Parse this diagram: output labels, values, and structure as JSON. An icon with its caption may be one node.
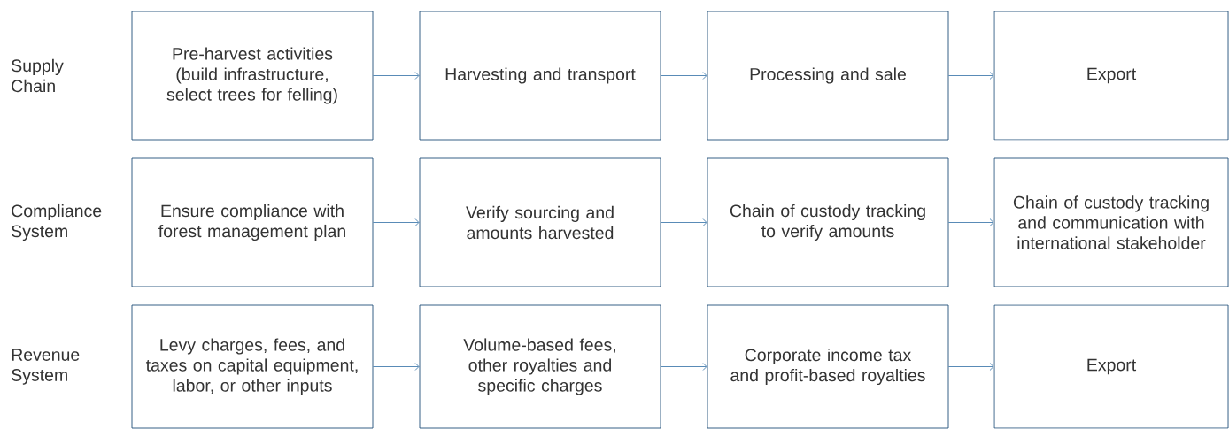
{
  "diagram": {
    "nodes": [
      {
        "text": [
          "Pre-harvest activities (build infrastructure, select trees for felling)"
        ]
      },
      {
        "text": [
          "Harvesting and transport"
        ]
      },
      {
        "text": [
          "Processing and sale"
        ]
      },
      {
        "text": [
          "Export"
        ]
      },
      {
        "text": [
          "Ensure compliance with forest management plan"
        ]
      },
      {
        "text": [
          "Verify sourcing and amounts harvested"
        ]
      },
      {
        "text": [
          "Chain of custody tracking to verify amounts"
        ]
      },
      {
        "text": [
          "Chain of custody tracking and communication with international stakeholder"
        ]
      },
      {
        "text": [
          "Levy charges, fees, and taxes on capital equipment, labor, or other inputs"
        ]
      },
      {
        "text": [
          "Volume-based fees, other royalties and specific charges"
        ]
      },
      {
        "text": [
          "Corporate income tax and profit-based royalties"
        ]
      },
      {
        "text": [
          "Export"
        ]
      }
    ],
    "edges": [
      {
        "from": 0,
        "to": 1,
        "arrow": "to"
      },
      {
        "from": 1,
        "to": 2,
        "arrow": "to"
      },
      {
        "from": 2,
        "to": 3,
        "arrow": "to"
      },
      {
        "from": 4,
        "to": 5,
        "arrow": "to"
      },
      {
        "from": 5,
        "to": 6,
        "arrow": "to"
      },
      {
        "from": 6,
        "to": 7,
        "arrow": "to"
      },
      {
        "from": 8,
        "to": 9,
        "arrow": "to"
      },
      {
        "from": 9,
        "to": 10,
        "arrow": "to"
      },
      {
        "from": 10,
        "to": 11,
        "arrow": "to"
      }
    ],
    "labels": [
      "Supply Chain",
      "Compliance System",
      "Revenue System"
    ]
  }
}
